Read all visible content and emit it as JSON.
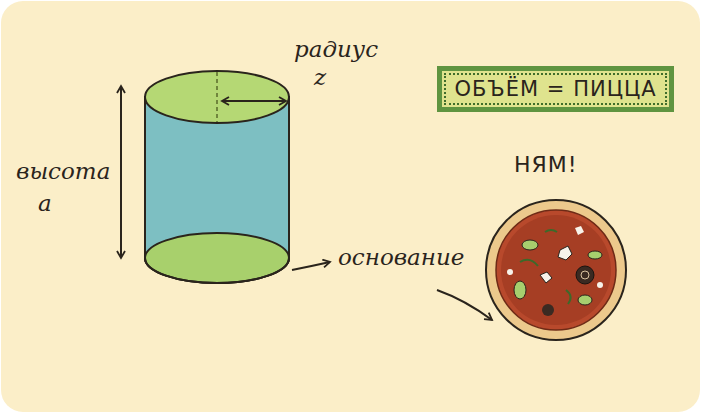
{
  "diagram": {
    "nodes": [
      {
        "text": [
          "ОБЪЁМ = ПИЦЦА"
        ]
      }
    ],
    "labels": [
      "радиус",
      "z",
      "высота",
      "a",
      "основание",
      "НЯМ!"
    ]
  }
}
